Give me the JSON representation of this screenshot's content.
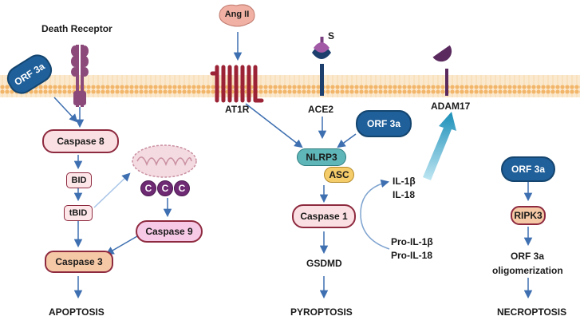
{
  "title": "Death Receptor",
  "colors": {
    "membrane_head": "#f2b66b",
    "membrane_tail": "#f6d9a8",
    "arrow": "#3e6fb0",
    "receptor": "#9b2335",
    "death_receptor": "#8c4a7a",
    "ace2": "#1d3f6e",
    "spike": "#7a3f80",
    "adam17": "#5a2a5e",
    "teal_arrow": "#1b8fb8"
  },
  "nodes": {
    "orf3a_left": "ORF 3a",
    "orf3a_mid": "ORF 3a",
    "orf3a_right": "ORF 3a",
    "ang2": "Ang II",
    "at1r": "AT1R",
    "ace2": "ACE2",
    "spike": "S",
    "adam17": "ADAM17",
    "caspase8": "Caspase 8",
    "bid": "BID",
    "tbid": "tBID",
    "caspase9": "Caspase 9",
    "caspase3": "Caspase 3",
    "c1": "C",
    "c2": "C",
    "c3": "C",
    "nlrp3": "NLRP3",
    "asc": "ASC",
    "caspase1": "Caspase 1",
    "il1b": "IL-1β",
    "il18": "IL-18",
    "pro_il1b": "Pro-IL-1β",
    "pro_il18": "Pro-IL-18",
    "gsdmd": "GSDMD",
    "ripk3": "RIPK3",
    "orf3a_olig_1": "ORF 3a",
    "orf3a_olig_2": "oligomerization"
  },
  "outcomes": {
    "apoptosis": "APOPTOSIS",
    "pyroptosis": "PYROPTOSIS",
    "necroptosis": "NECROPTOSIS"
  }
}
